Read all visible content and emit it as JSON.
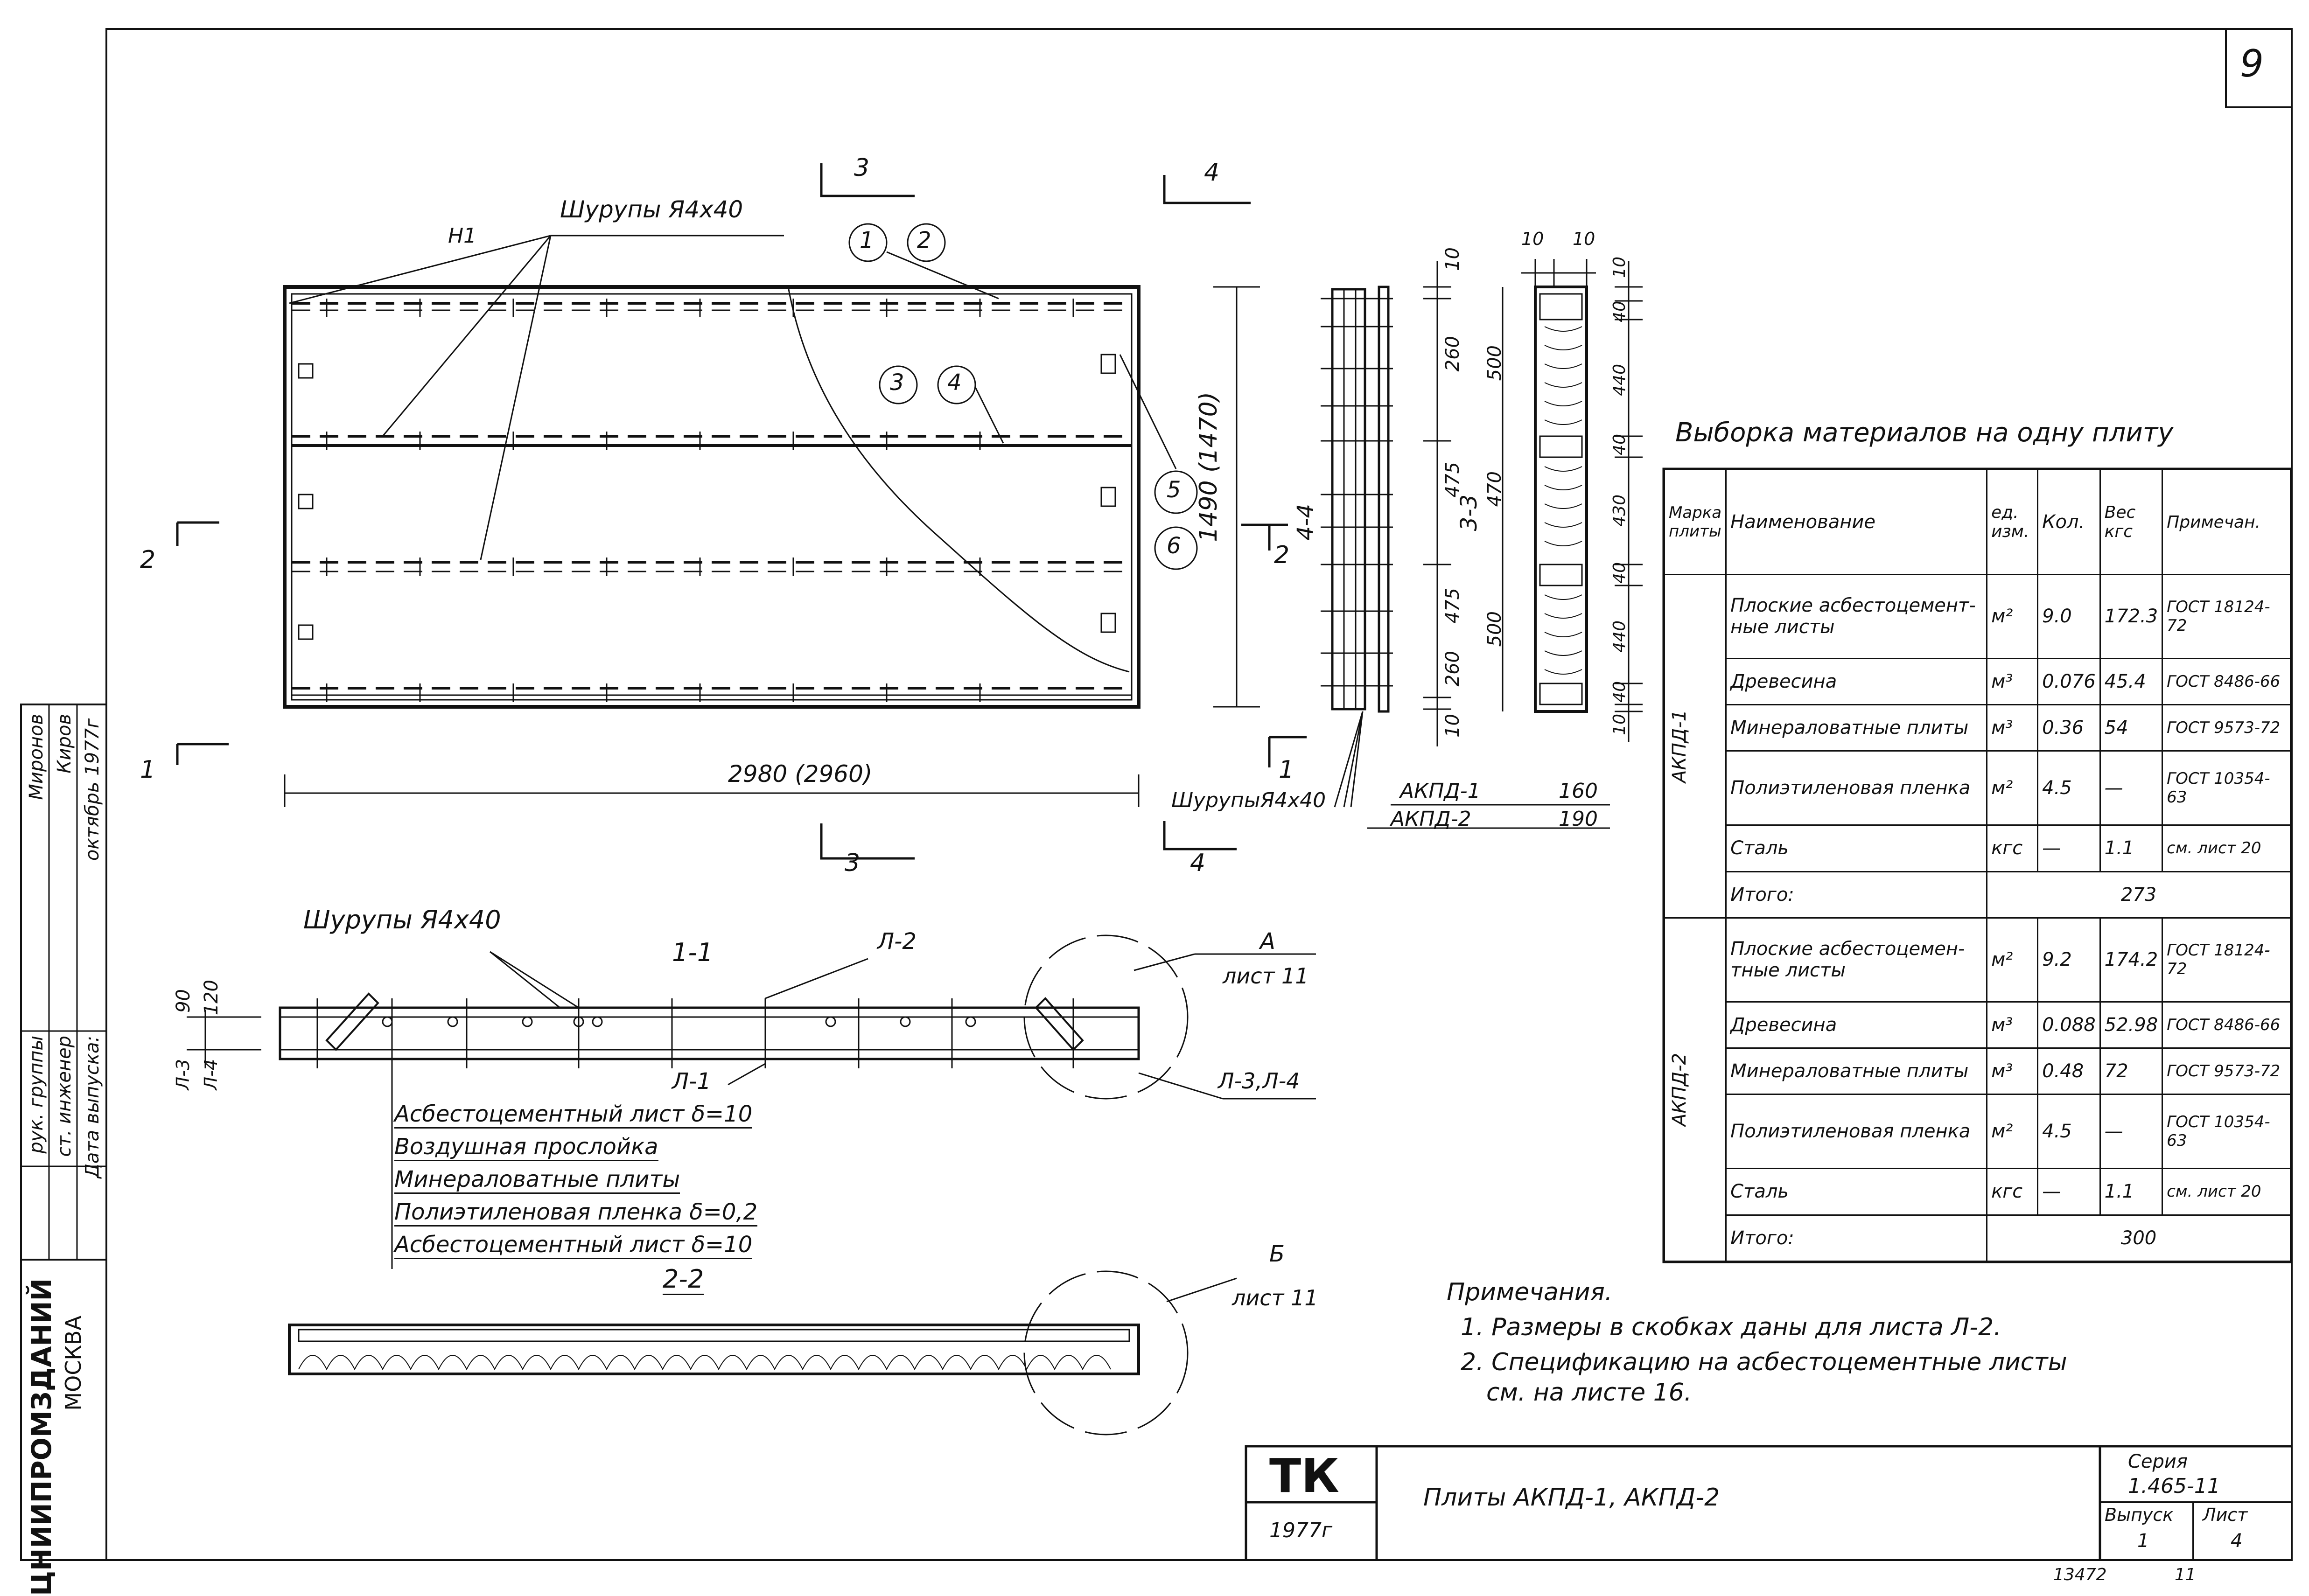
{
  "sheet": {
    "page_number": "9",
    "stamp_number": "13472",
    "stamp_number_tail": "11"
  },
  "plan_view": {
    "screws_label": "Шурупы Я4х40",
    "fastener_label": "Н1",
    "dim_length": "2980 (2960)",
    "dim_width": "1490 (1470)",
    "markers": [
      "1",
      "2",
      "3",
      "4",
      "5",
      "6"
    ],
    "section_marks": {
      "s1": "1",
      "s2": "2",
      "s3": "3",
      "s4": "4"
    }
  },
  "section_4_4": {
    "title": "4-4",
    "dims": [
      "10",
      "260",
      "475",
      "475",
      "260",
      "10"
    ],
    "screws_label": "ШурупыЯ4х40",
    "thickness_rows": [
      {
        "mark": "АКПД-1",
        "value": "160"
      },
      {
        "mark": "АКПД-2",
        "value": "190"
      }
    ]
  },
  "section_3_3": {
    "title": "3-3",
    "top_dims": [
      "10",
      "10"
    ],
    "left_dims": [
      "500",
      "470",
      "500"
    ],
    "right_dims": [
      "10",
      "40",
      "440",
      "40",
      "430",
      "40",
      "440",
      "40",
      "10"
    ]
  },
  "section_1_1": {
    "title": "1-1",
    "screws_label": "Шурупы Я4х40",
    "sheet_label_top": "Л-2",
    "sheet_label_bottom": "Л-1",
    "dims": [
      "90",
      "120"
    ],
    "side_labels": [
      "Л-3",
      "Л-4"
    ],
    "callout_a": "А",
    "callout_a_ref": "лист 11",
    "callout_a_sheets": "Л-3,Л-4"
  },
  "layers": [
    "Асбестоцементный лист δ=10",
    "Воздушная прослойка",
    "Минераловатные плиты",
    "Полиэтиленовая пленка δ=0,2",
    "Асбестоцементный лист δ=10"
  ],
  "section_2_2": {
    "title": "2-2",
    "callout_b": "Б",
    "callout_b_ref": "лист 11"
  },
  "materials": {
    "title": "Выборка материалов на одну плиту",
    "headers": [
      "Марка плиты",
      "Наименование",
      "ед. изм.",
      "Кол.",
      "Вес кгс",
      "Примечан."
    ],
    "groups": [
      {
        "mark": "АКПД-1",
        "rows": [
          {
            "name": "Плоские асбестоцемент-ные листы",
            "unit": "м²",
            "qty": "9.0",
            "weight": "172.3",
            "note": "ГОСТ 18124-72"
          },
          {
            "name": "Древесина",
            "unit": "м³",
            "qty": "0.076",
            "weight": "45.4",
            "note": "ГОСТ 8486-66"
          },
          {
            "name": "Минераловатные плиты",
            "unit": "м³",
            "qty": "0.36",
            "weight": "54",
            "note": "ГОСТ 9573-72"
          },
          {
            "name": "Полиэтиленовая пленка",
            "unit": "м²",
            "qty": "4.5",
            "weight": "—",
            "note": "ГОСТ 10354-63"
          },
          {
            "name": "Сталь",
            "unit": "кгс",
            "qty": "—",
            "weight": "1.1",
            "note": "см. лист 20"
          }
        ],
        "total_label": "Итого:",
        "total": "273"
      },
      {
        "mark": "АКПД-2",
        "rows": [
          {
            "name": "Плоские асбестоцемен-тные листы",
            "unit": "м²",
            "qty": "9.2",
            "weight": "174.2",
            "note": "ГОСТ 18124-72"
          },
          {
            "name": "Древесина",
            "unit": "м³",
            "qty": "0.088",
            "weight": "52.98",
            "note": "ГОСТ 8486-66"
          },
          {
            "name": "Минераловатные плиты",
            "unit": "м³",
            "qty": "0.48",
            "weight": "72",
            "note": "ГОСТ 9573-72"
          },
          {
            "name": "Полиэтиленовая пленка",
            "unit": "м²",
            "qty": "4.5",
            "weight": "—",
            "note": "ГОСТ 10354-63"
          },
          {
            "name": "Сталь",
            "unit": "кгс",
            "qty": "—",
            "weight": "1.1",
            "note": "см. лист 20"
          }
        ],
        "total_label": "Итого:",
        "total": "300"
      }
    ]
  },
  "notes": {
    "title": "Примечания.",
    "items": [
      "1. Размеры в скобках даны для листа Л-2.",
      "2. Спецификацию на асбестоцементные листы",
      "см. на листе 16."
    ]
  },
  "side_stamp": {
    "org": "ЦНИИПРОМЗДАНИЙ",
    "city": "МОСКВА",
    "rows": [
      {
        "role": "рук. группы",
        "name": "Миронов"
      },
      {
        "role": "ст. инженер",
        "name": "Киров"
      },
      {
        "role": "Дата выпуска:",
        "name": "октябрь 1977г"
      }
    ]
  },
  "title_block": {
    "logo": "ТК",
    "year": "1977г",
    "title": "Плиты АКПД-1, АКПД-2",
    "series_label": "Серия",
    "series": "1.465-11",
    "issue_label": "Выпуск",
    "issue": "1",
    "sheet_label": "Лист",
    "sheet": "4"
  }
}
